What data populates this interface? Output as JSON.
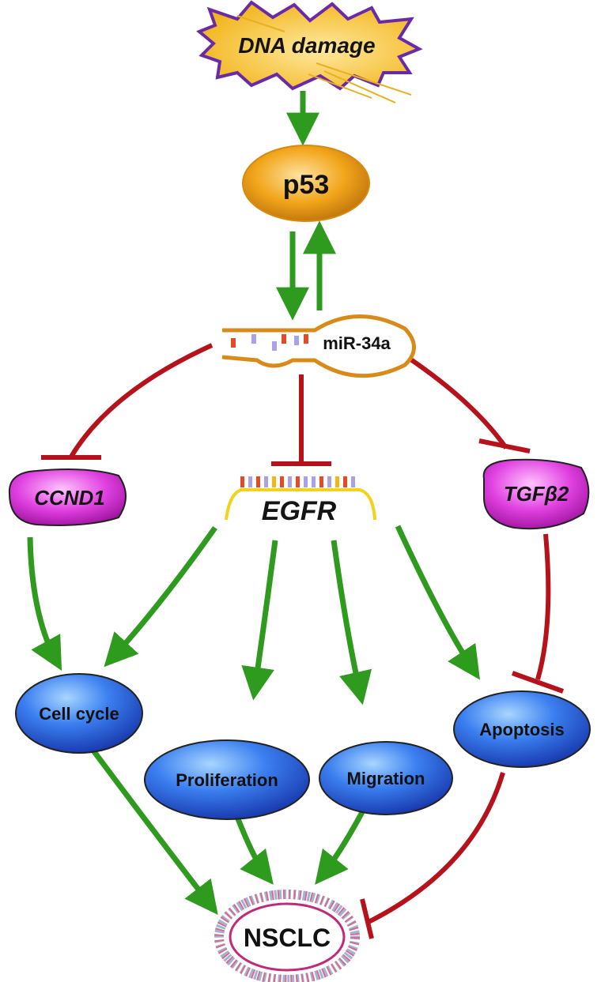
{
  "nodes": {
    "dna_damage": "DNA damage",
    "p53": "p53",
    "mir34a": "miR-34a",
    "ccnd1": "CCND1",
    "egfr": "EGFR",
    "tgfb2": "TGFβ2",
    "cell_cycle": "Cell cycle",
    "proliferation": "Proliferation",
    "migration": "Migration",
    "apoptosis": "Apoptosis",
    "nsclc": "NSCLC"
  },
  "edges": [
    {
      "from": "DNA damage",
      "to": "p53",
      "type": "activation"
    },
    {
      "from": "p53",
      "to": "miR-34a",
      "type": "activation"
    },
    {
      "from": "miR-34a",
      "to": "p53",
      "type": "activation"
    },
    {
      "from": "miR-34a",
      "to": "CCND1",
      "type": "inhibition"
    },
    {
      "from": "miR-34a",
      "to": "EGFR",
      "type": "inhibition"
    },
    {
      "from": "miR-34a",
      "to": "TGFβ2",
      "type": "inhibition"
    },
    {
      "from": "CCND1",
      "to": "Cell cycle",
      "type": "activation"
    },
    {
      "from": "EGFR",
      "to": "Cell cycle",
      "type": "activation"
    },
    {
      "from": "EGFR",
      "to": "Proliferation",
      "type": "activation"
    },
    {
      "from": "EGFR",
      "to": "Migration",
      "type": "activation"
    },
    {
      "from": "EGFR",
      "to": "Apoptosis",
      "type": "activation"
    },
    {
      "from": "TGFβ2",
      "to": "Apoptosis",
      "type": "inhibition"
    },
    {
      "from": "Cell cycle",
      "to": "NSCLC",
      "type": "activation"
    },
    {
      "from": "Proliferation",
      "to": "NSCLC",
      "type": "activation"
    },
    {
      "from": "Migration",
      "to": "NSCLC",
      "type": "activation"
    },
    {
      "from": "Apoptosis",
      "to": "NSCLC",
      "type": "inhibition"
    }
  ],
  "colors": {
    "activation": "#2e9a1e",
    "inhibition": "#b5121b",
    "star_fill": "#f2b51c",
    "star_stroke": "#6a2aa8",
    "p53_fill": "#f2a51a",
    "mir_stroke": "#d98b1a",
    "gene_fill": "#e040e0",
    "process_fill": "#2a6ee0",
    "nsclc_ring": "#d86a8a"
  }
}
